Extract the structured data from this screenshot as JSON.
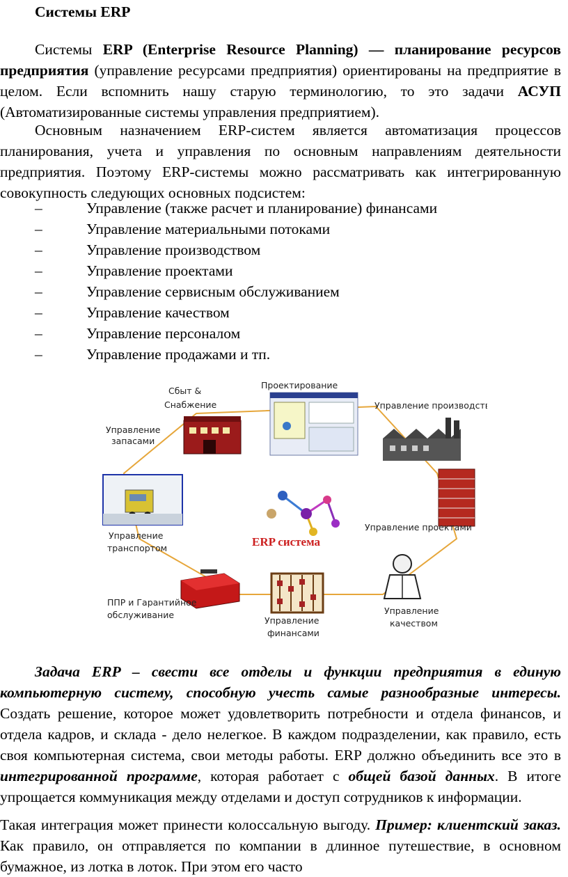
{
  "title": "Системы ERP",
  "intro": {
    "prefix": "Системы ",
    "bold1": "ERP (Enterprise Resource Planning) — планирование ресурсов предприятия",
    "text1": " (управление ресурсами предприятия) ориентированы на предприятие в целом. Если вспомнить нашу старую терминологию, то это задачи ",
    "bold2": "АСУП",
    "text2": " (Автоматизированные системы управления предприятием)."
  },
  "purpose": "Основным назначением ERP-систем является автоматизация процессов планирования, учета и управления по основным направлениям деятельности предприятия. Поэтому ERP-системы можно рассматривать как интегрированную совокупность следующих основных подсистем:",
  "subsystems": [
    "Управление (также расчет и планирование) финансами",
    "Управление материальными потоками",
    "Управление производством",
    "Управление проектами",
    "Управление сервисным обслуживанием",
    "Управление качеством",
    "Управление персоналом",
    "Управление продажами и тп."
  ],
  "dash": "–",
  "diagram": {
    "center": "ERP система",
    "labels": {
      "sales1": "Сбыт &",
      "sales2": "Снабжение",
      "design": "Проектирование",
      "production": "Управление производством",
      "stock1": "Управление",
      "stock2": "запасами",
      "projects": "Управление проектами",
      "transport1": "Управление",
      "transport2": "транспортом",
      "quality1": "Управление",
      "quality2": "качеством",
      "service1": "ППР и Гарантийное",
      "service2": "обслуживание",
      "finance1": "Управление",
      "finance2": "финансами"
    }
  },
  "task": {
    "lead": "Задача ERP – свести все отделы и функции предприятия в единую компьютерную систему, способную учесть самые разнообразные интересы.",
    "text1": " Создать решение, которое может удовлетворить потребности и отдела финансов, и отдела кадров, и склада - дело нелегкое. В каждом подразделении, как правило, есть своя компьютерная система, свои методы работы. ERP должно объединить все это в ",
    "em1": "интегрированной программе",
    "text2": ", которая работает с ",
    "em2": "общей базой данных",
    "text3": ". В итоге упрощается коммуникация между отделами и доступ сотрудников к информации."
  },
  "integration": {
    "text1": "Такая интеграция может принести колоссальную выгоду. ",
    "em1": "Пример: клиентский заказ.",
    "text2": " Как правило, он отправляется по компании в длинное путешествие, в основном бумажное, из лотка в лоток. При этом его часто"
  }
}
